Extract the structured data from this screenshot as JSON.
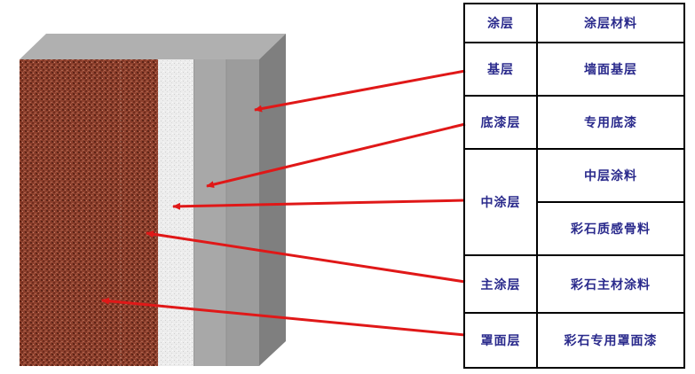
{
  "colors": {
    "table_text": "#2a2a8c",
    "arrow": "#e01818",
    "granite_base": "#8c3f2c",
    "white_coat": "#eeeeee",
    "primer": "#a6a6a6",
    "substrate": "#999999",
    "block_top": "#b0b0b0",
    "block_side": "#7f7f7f"
  },
  "table": {
    "header": {
      "layer": "涂层",
      "material": "涂层材料"
    },
    "rows": [
      {
        "layer": "基层",
        "materials": [
          "墙面基层"
        ]
      },
      {
        "layer": "底漆层",
        "materials": [
          "专用底漆"
        ]
      },
      {
        "layer": "中涂层",
        "materials": [
          "中层涂料",
          "彩石质感骨料"
        ]
      },
      {
        "layer": "主涂层",
        "materials": [
          "彩石主材涂料"
        ]
      },
      {
        "layer": "罩面层",
        "materials": [
          "彩石专用罩面漆"
        ]
      }
    ]
  }
}
